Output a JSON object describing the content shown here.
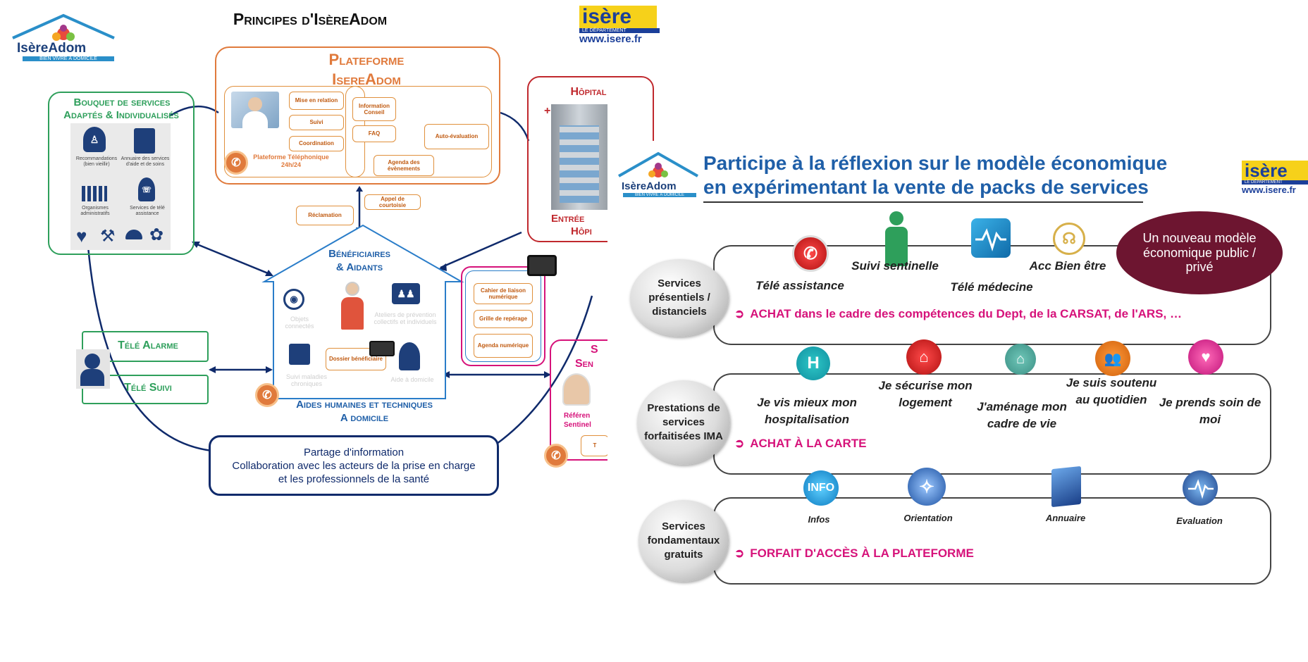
{
  "left": {
    "logo": {
      "main": "IsèreAdom",
      "tagline": "BIEN VIVRE À DOMICILE"
    },
    "title": "Principes d'IsèreAdom",
    "isere_badge": {
      "word": "isère",
      "sub": "LE DÉPARTEMENT",
      "url": "www.isere.fr"
    },
    "plateforme": {
      "title_line1": "Plateforme",
      "title_line2": "IsereAdom",
      "items": [
        "Mise en relation",
        "Suivi",
        "Coordination",
        "Information Conseil",
        "FAQ",
        "Auto-évaluation",
        "Agenda des évènements"
      ],
      "phone_label": "Plateforme Téléphonique 24h/24"
    },
    "bouquet": {
      "title_line1": "Bouquet de services",
      "title_line2": "Adaptés & Individualisés",
      "items": [
        "Recommandations (bien vieillir)",
        "Annuaire des services d'aide et de soins",
        "Organismes administratifs",
        "Services de télé assistance"
      ]
    },
    "hopital": {
      "title": "Hôpital",
      "entree_line1": "Entrée",
      "entree_line2": "Hôpi"
    },
    "center": {
      "appel": "Appel de courtoisie",
      "reclamation": "Réclamation",
      "house_title_line1": "Bénéficiaires",
      "house_title_line2": "& Aidants",
      "objets": "Objets connectés",
      "ateliers": "Ateliers de prévention collectifs et individuels",
      "suivi_maladies": "Suivi maladies chroniques",
      "dossier": "Dossier bénéficiaire",
      "aide": "Aide à domicile",
      "aides_line1": "Aides humaines et techniques",
      "aides_line2": "A domicile"
    },
    "tablet_items": [
      "Cahier de liaison numérique",
      "Grille de repérage",
      "Agenda numérique"
    ],
    "tele_alarme": "Télé Alarme",
    "tele_suivi": "Télé Suivi",
    "partage": {
      "line1": "Partage d'information",
      "line2": "Collaboration avec les acteurs de la prise en charge",
      "line3": "et les professionnels de la santé"
    },
    "sentinelle_box": {
      "s1": "S",
      "s2": "Sen",
      "ref1": "Référen",
      "ref2": "Sentinel",
      "t": "T"
    }
  },
  "right": {
    "logo": {
      "main": "IsèreAdom",
      "tagline": "BIEN VIVRE À DOMICILE"
    },
    "title_line1": "Participe à la réflexion sur le modèle économique",
    "title_line2": "en expérimentant la vente de packs de services",
    "isere_badge": {
      "word": "isère",
      "sub": "LE DÉPARTEMENT",
      "url": "www.isere.fr"
    },
    "bubble": "Un nouveau modèle économique public / privé",
    "row1": {
      "oval": "Services présentiels / distanciels",
      "services": [
        "Télé assistance",
        "Suivi sentinelle",
        "Télé médecine",
        "Acc Bien être"
      ],
      "footer": "ACHAT dans le cadre des compétences du Dept, de la CARSAT, de l'ARS, …"
    },
    "row2": {
      "oval": "Prestations de services forfaitisées IMA",
      "services": [
        "Je vis mieux mon hospitalisation",
        "Je sécurise mon logement",
        "J'aménage mon cadre de vie",
        "Je suis soutenu au quotidien",
        "Je prends soin de moi"
      ],
      "footer": "ACHAT À LA CARTE"
    },
    "row3": {
      "oval": "Services fondamentaux gratuits",
      "services": [
        "Infos",
        "Orientation",
        "Annuaire",
        "Evaluation"
      ],
      "info_icon": "INFO",
      "footer": "FORFAIT D'ACCÈS À LA PLATEFORME"
    }
  },
  "colors": {
    "navy": "#0f2a6b",
    "green": "#2e9f5b",
    "orange": "#e07a3c",
    "red": "#c0282d",
    "magenta": "#d6127a",
    "bubble": "#6d1530",
    "title_blue": "#1f5fa8"
  }
}
